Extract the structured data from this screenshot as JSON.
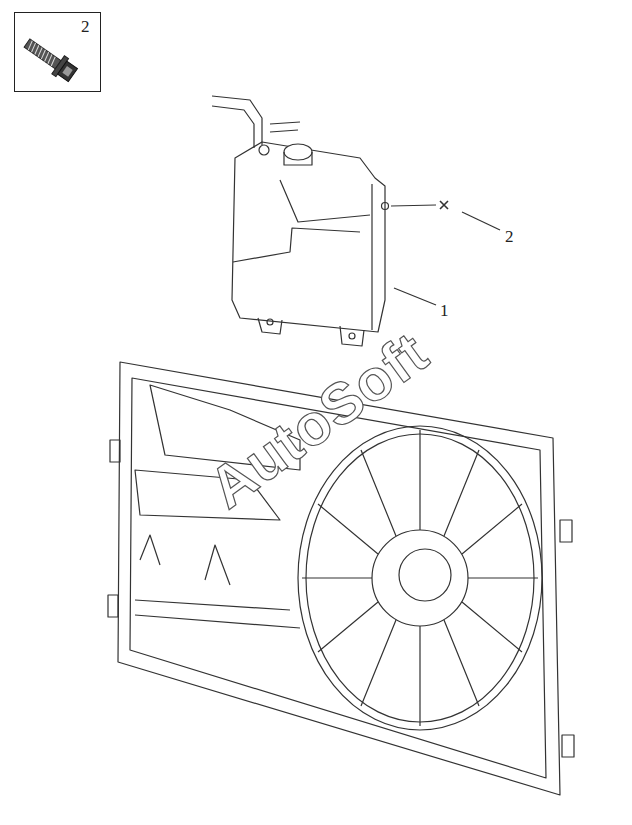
{
  "diagram": {
    "nodes": [
      {
        "text": [
          "2"
        ]
      }
    ],
    "labels": [
      "2",
      "1",
      "AutoSoft"
    ]
  }
}
